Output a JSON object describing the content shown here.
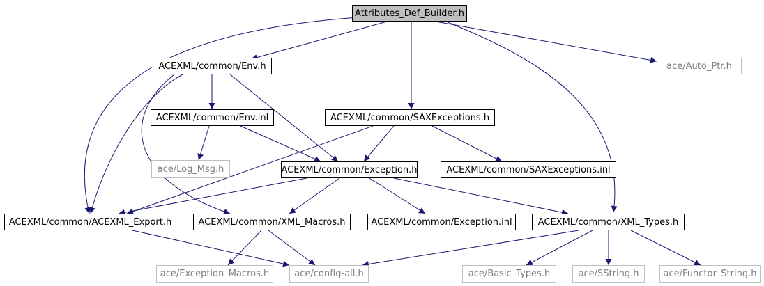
{
  "nodes": {
    "root": "Attributes_Def_Builder.h",
    "env_h": "ACEXML/common/Env.h",
    "auto_ptr": "ace/Auto_Ptr.h",
    "env_inl": "ACEXML/common/Env.inl",
    "sax_exc": "ACEXML/common/SAXExceptions.h",
    "log_msg": "ace/Log_Msg.h",
    "exception_h": "ACEXML/common/Exception.h",
    "sax_exc_inl": "ACEXML/common/SAXExceptions.inl",
    "acexml_export": "ACEXML/common/ACEXML_Export.h",
    "xml_macros": "ACEXML/common/XML_Macros.h",
    "exception_inl": "ACEXML/common/Exception.inl",
    "xml_types": "ACEXML/common/XML_Types.h",
    "exception_macros": "ace/Exception_Macros.h",
    "config_all": "ace/config-all.h",
    "basic_types": "ace/Basic_Types.h",
    "sstring": "ace/SString.h",
    "functor_string": "ace/Functor_String.h"
  },
  "colors": {
    "edge": "#191970",
    "root_fill": "#bfbfbf",
    "external_border": "#bfbfbf",
    "external_text": "#7f7f7f"
  }
}
